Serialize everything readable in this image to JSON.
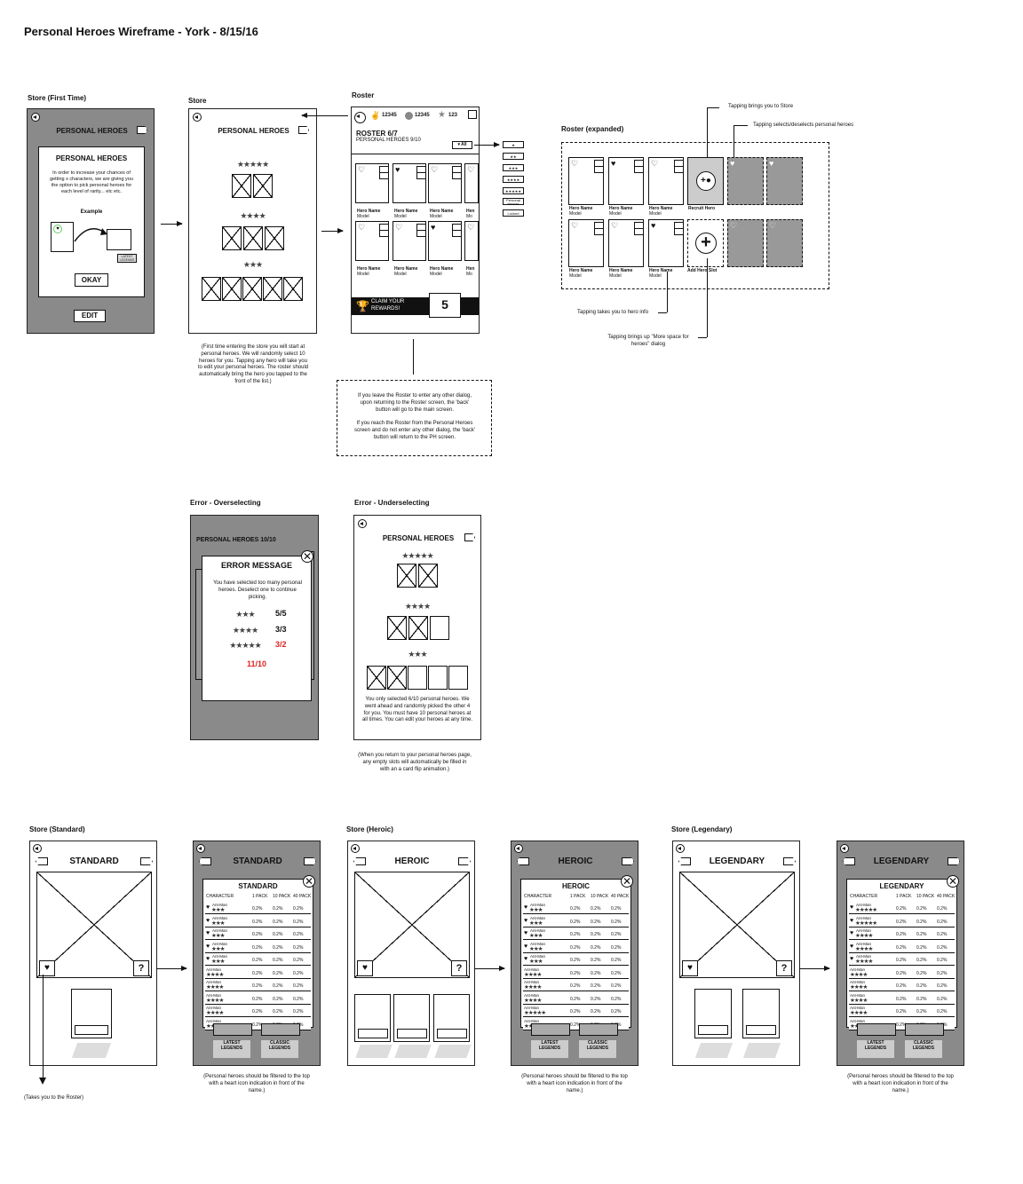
{
  "title": "Personal Heroes Wireframe - York - 8/15/16",
  "labels": {
    "store_first": "Store (First Time)",
    "store": "Store",
    "roster": "Roster",
    "roster_expanded": "Roster (expanded)",
    "err_over": "Error - Overselecting",
    "err_under": "Error - Underselecting",
    "std": "Store (Standard)",
    "heroic": "Store (Heroic)",
    "legendary": "Store (Legendary)"
  },
  "s1": {
    "header": "PERSONAL HEROES",
    "dlg_title": "PERSONAL HEROES",
    "dlg_body": "In order to increase your chances of getting x characters, we are giving you the option to pick personal heroes for each level of rarity... etc etc.",
    "example": "Example",
    "latest": "LATEST LEGENDS",
    "okay": "OKAY",
    "edit": "EDIT"
  },
  "s2": {
    "header": "PERSONAL HEROES",
    "note": "(First time entering the store you will start at personal heroes. We will randomly select 10 heroes for you. Tapping any hero will take you to edit your personal heroes. The roster should automatically bring the hero you tapped to the front of the list.)"
  },
  "s3": {
    "c1": "12345",
    "c2": "12345",
    "c3": "123",
    "roster": "ROSTER 6/7",
    "ph": "PERSONAL HEROES 9/10",
    "filter": "All",
    "hero_name": "Hero Name",
    "model": "Model",
    "hero_cut": "Hen",
    "model_cut": "Mo",
    "claim": "CLAIM YOUR REWARDS!",
    "claim_num": "5",
    "note": "If you leave the Roster to enter any other dialog, upon returning to the Roster screen, the 'back' button will go to the main screen.\n\nIf you reach the Roster from the Personal Heroes screen and do not enter any other dialog, the 'back' button will return to the PH screen.",
    "f5": "Personal Heroes",
    "f6": "Locked"
  },
  "rx": {
    "hero_name": "Hero Name",
    "model": "Model",
    "recruit": "Recruit Hero",
    "add": "Add Hero Slot",
    "n1": "Tapping brings you to Store",
    "n2": "Tapping selects/deselects personal heroes",
    "n3": "Tapping takes you to hero info",
    "n4": "Tapping brings up \"More space for heroes\" dialog"
  },
  "e1": {
    "header": "PERSONAL HEROES 10/10",
    "title": "ERROR MESSAGE",
    "body": "You have selected too many personal heroes. Deselect one to continue picking.",
    "r1": "5/5",
    "r2": "3/3",
    "r3": "3/2",
    "total": "11/10"
  },
  "e2": {
    "header": "PERSONAL HEROES",
    "body": "You only selected 6/10 personal heroes. We went ahead and randomly picked the other 4 for you. You must have 10 personal heroes at all times. You can edit your heroes at any time.",
    "note": "(When you return to your personal heroes page, any empty slots will automatically be filled in with an a card flip animation.)"
  },
  "bottom": {
    "standard": "STANDARD",
    "heroic": "HEROIC",
    "legendary": "LEGENDARY",
    "q": "?",
    "col1": "CHARACTER",
    "col2": "1 PACK",
    "col3": "10 PACK",
    "col4": "40 PACK",
    "row_name": "Ant-Man",
    "pct": "0.2%",
    "latest": "LATEST LEGENDS",
    "classic": "CLASSIC LEGENDS",
    "note": "(Personal heroes should be filtered to the top with a heart icon indication in front of the name.)",
    "roster_note": "(Takes you to the Roster)"
  }
}
